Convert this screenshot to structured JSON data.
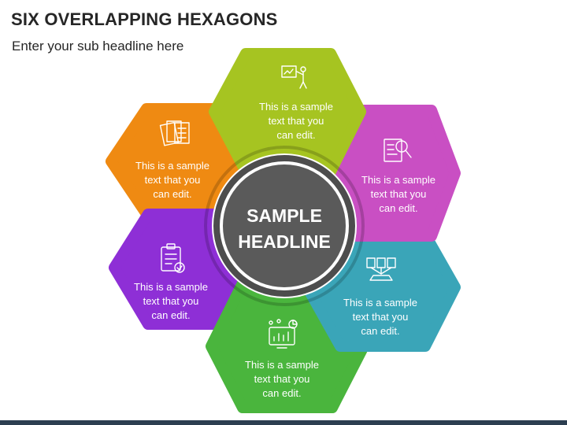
{
  "header": {
    "title": "SIX OVERLAPPING HEXAGONS",
    "subtitle": "Enter your sub headline here"
  },
  "center": {
    "line1": "SAMPLE",
    "line2": "HEADLINE"
  },
  "segments": [
    {
      "name": "top",
      "color": "#a6c421",
      "icon": "presentation-icon",
      "lines": [
        "This is a sample",
        "text that you",
        "can edit."
      ]
    },
    {
      "name": "upper-right",
      "color": "#c94fc3",
      "icon": "document-search-icon",
      "lines": [
        "This is a sample",
        "text that you",
        "can edit."
      ]
    },
    {
      "name": "lower-right",
      "color": "#3aa5b8",
      "icon": "files-transfer-icon",
      "lines": [
        "This is a sample",
        "text that you",
        "can edit."
      ]
    },
    {
      "name": "bottom",
      "color": "#4ab53d",
      "icon": "analytics-dashboard-icon",
      "lines": [
        "This is a sample",
        "text that you",
        "can edit."
      ]
    },
    {
      "name": "lower-left",
      "color": "#8e2fd6",
      "icon": "clipboard-check-icon",
      "lines": [
        "This is a sample",
        "text that you",
        "can edit."
      ]
    },
    {
      "name": "upper-left",
      "color": "#ef8a12",
      "icon": "documents-list-icon",
      "lines": [
        "This is a sample",
        "text that you",
        "can edit."
      ]
    }
  ],
  "colors": {
    "center": "#5a5a5a",
    "ring": "#4d4d4d",
    "background": "#ffffff"
  }
}
